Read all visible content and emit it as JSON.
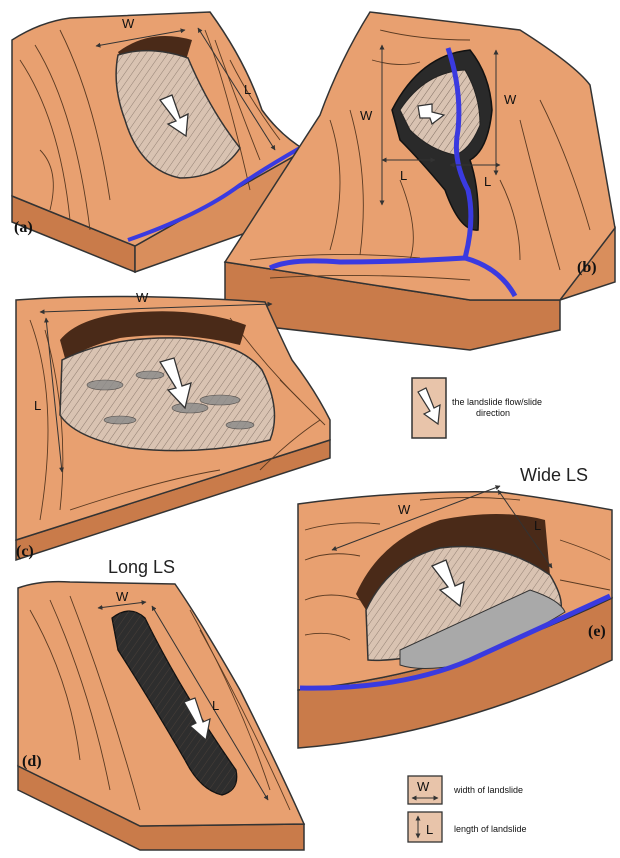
{
  "panels": {
    "a": {
      "label": "(a)",
      "width": "W",
      "length": "L"
    },
    "b": {
      "label": "(b)",
      "width": "W",
      "length": "L"
    },
    "c": {
      "label": "(c)",
      "width": "W",
      "length": "L"
    },
    "d": {
      "label": "(d)",
      "width": "W",
      "length": "L",
      "title": "Long LS"
    },
    "e": {
      "label": "(e)",
      "width": "W",
      "length": "L",
      "title": "Wide LS"
    }
  },
  "legend": {
    "arrow_text_1": "the landslide flow/slide",
    "arrow_text_2": "direction",
    "w_symbol": "W",
    "w_text": "width of landslide",
    "l_symbol": "L",
    "l_text": "length of landslide"
  },
  "colors": {
    "terrain": "#E8A070",
    "terrain_side": "#D98E5C",
    "landslide": "#D9C3B2",
    "scarp": "#4a2a18",
    "river": "#3a3ae0",
    "deposit_grey": "#a9a9a9",
    "legend_box": "#E8C4AA"
  }
}
